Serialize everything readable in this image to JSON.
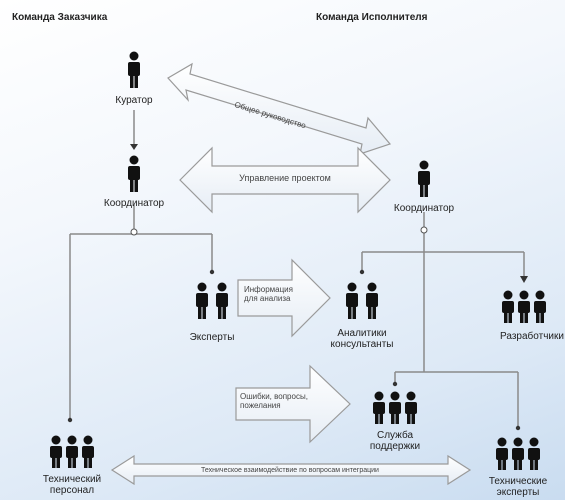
{
  "headers": {
    "customer_team": "Команда Заказчика",
    "contractor_team": "Команда Исполнителя"
  },
  "roles": {
    "curator": "Куратор",
    "coordinator_customer": "Координатор",
    "coordinator_contractor": "Координатор",
    "experts": "Эксперты",
    "analysts": "Аналитики консультанты",
    "developers": "Разработчики",
    "support": "Служба поддержки",
    "tech_staff_customer": "Технический персонал",
    "tech_staff_contractor": "Технические эксперты"
  },
  "arrows": {
    "curator_link": "Общее руководство",
    "process_management": "Управление проектом",
    "info_transfer": "Информация для анализа",
    "bugs_requests": "Ошибки, вопросы, пожелания",
    "tech_interaction": "Техническое взаимодействие по вопросам интеграции"
  },
  "colors": {
    "person": "#111111",
    "line": "#8a8a8a",
    "arrow_fill": "#ffffff",
    "arrow_stroke": "#9a9a9a"
  }
}
